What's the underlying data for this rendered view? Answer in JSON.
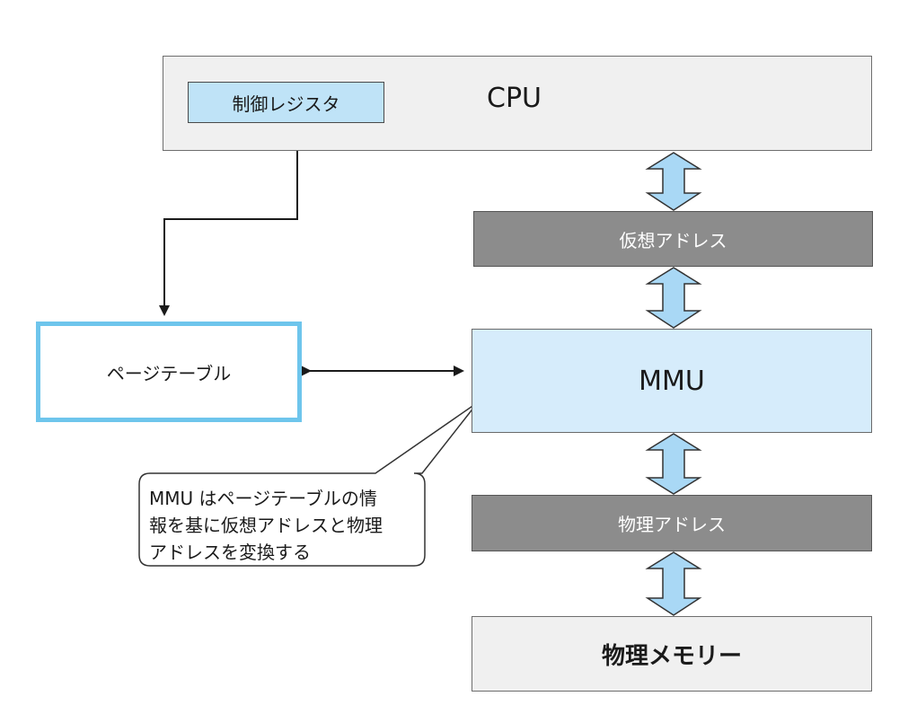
{
  "cpu": {
    "label": "CPU",
    "register_label": "制御レジスタ"
  },
  "virtual_address": {
    "label": "仮想アドレス"
  },
  "mmu": {
    "label": "MMU"
  },
  "physical_address": {
    "label": "物理アドレス"
  },
  "physical_memory": {
    "label": "物理メモリー"
  },
  "page_table": {
    "label": "ページテーブル"
  },
  "callout": {
    "text": "MMU はページテーブルの情\n報を基に仮想アドレスと物理\nアドレスを変換する"
  },
  "colors": {
    "light_blue": "#bfe3f7",
    "arrow_fill": "#a9d8f5",
    "page_table_border": "#6ec5ec",
    "address_gray": "#8c8c8c"
  }
}
